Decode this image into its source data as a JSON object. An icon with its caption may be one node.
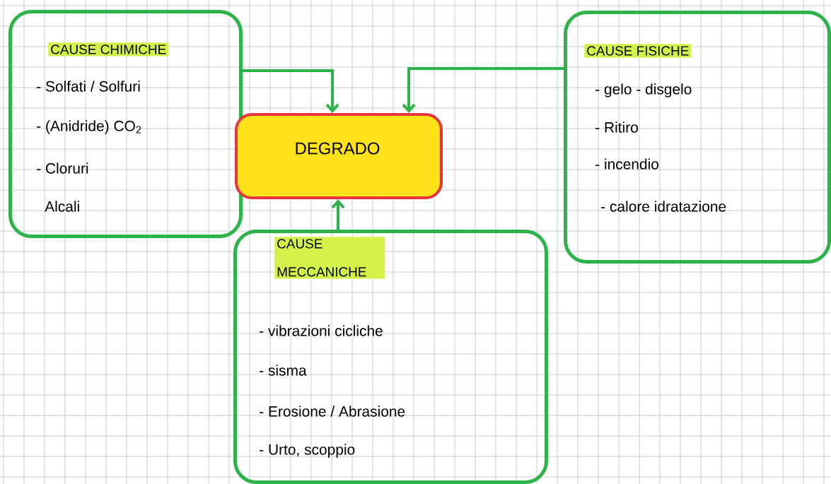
{
  "diagram": {
    "nodes": [
      {
        "text": [
          "CAUSE CHIMICHE",
          "- Solfati / Solfuri",
          "- (Anidride) CO$_{2}$",
          "- Cloruri",
          "Alcali"
        ]
      },
      {
        "text": [
          "DEGRADO"
        ]
      },
      {
        "text": [
          "CAUSE FISICHE",
          "- gelo - disgelo",
          "- Ritiro",
          "- incendio",
          "- calore idratazione"
        ]
      },
      {
        "text": [
          "CAUSE MECCANICHE",
          "- vibrazioni cicliche",
          "- sisma",
          "- Erosione / Abrasione",
          "- Urto, scoppio"
        ]
      }
    ],
    "edges": [
      {
        "from": 0,
        "to": 1,
        "arrow": "to"
      },
      {
        "from": 2,
        "to": 1,
        "arrow": "to"
      },
      {
        "from": 3,
        "to": 1,
        "arrow": "to"
      }
    ]
  }
}
